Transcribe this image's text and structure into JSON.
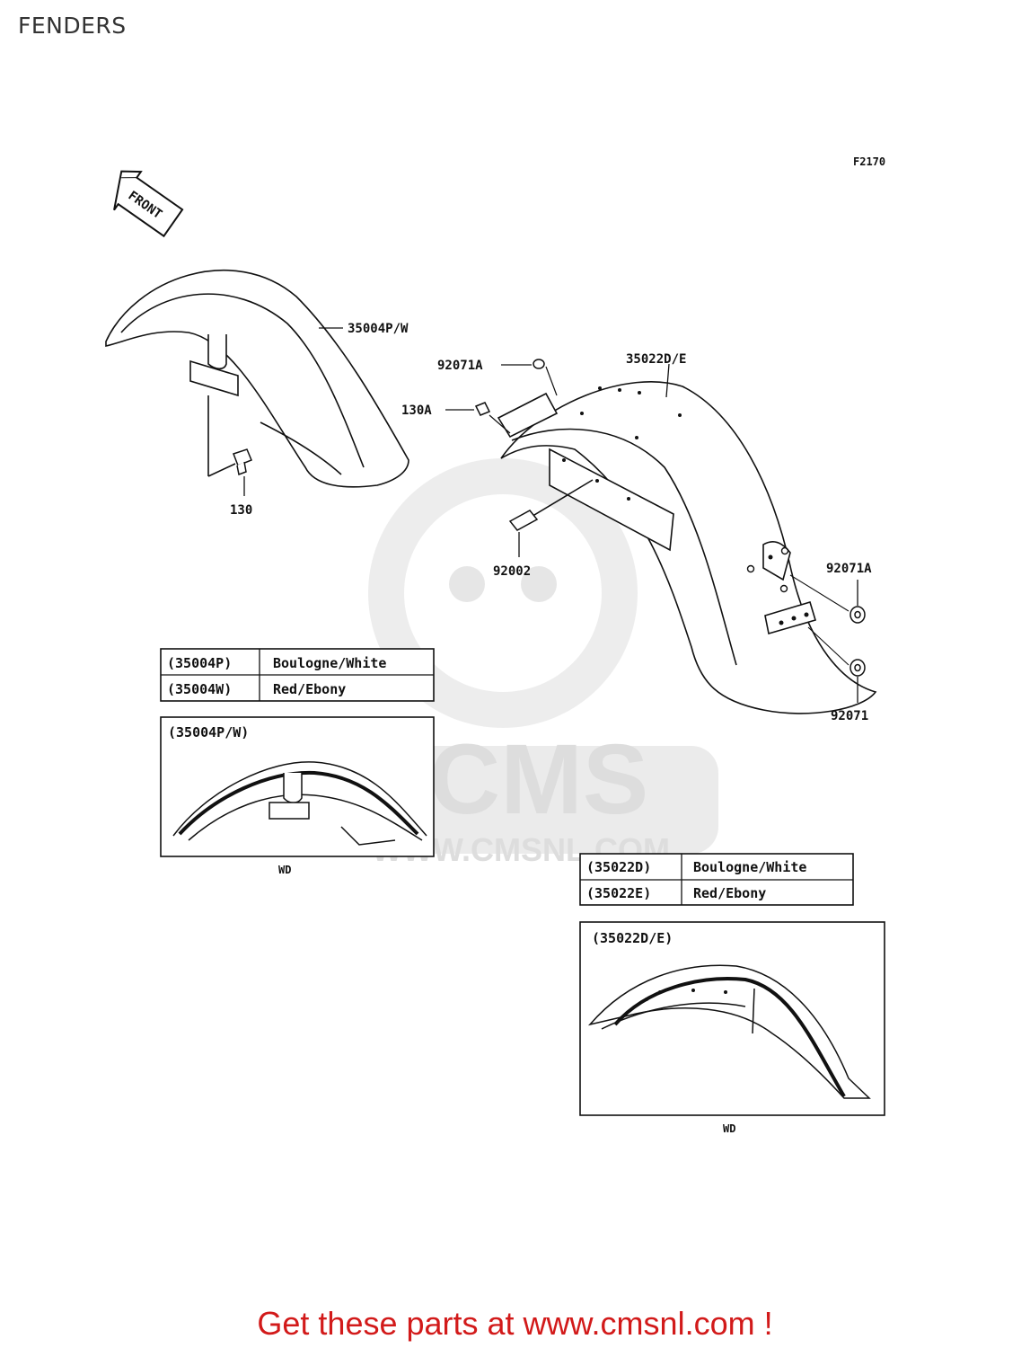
{
  "page": {
    "title": "FENDERS"
  },
  "diagram": {
    "code": "F2170",
    "front_arrow": "FRONT",
    "callouts": {
      "front_fender": "35004P/W",
      "front_bolt": "130",
      "rear_fender": "35022D/E",
      "upper_nut": "92071A",
      "upper_bolt": "130A",
      "rear_bolt": "92002",
      "side_nut": "92071A",
      "lower_nut": "92071"
    }
  },
  "front_colors": {
    "rows": [
      {
        "code": "(35004P)",
        "color": "Boulogne/White"
      },
      {
        "code": "(35004W)",
        "color": "Red/Ebony"
      }
    ]
  },
  "front_inset": {
    "title": "(35004P/W)",
    "caption": "WD"
  },
  "rear_colors": {
    "rows": [
      {
        "code": "(35022D)",
        "color": "Boulogne/White"
      },
      {
        "code": "(35022E)",
        "color": "Red/Ebony"
      }
    ]
  },
  "rear_inset": {
    "title": "(35022D/E)",
    "caption": "WD"
  },
  "watermark": {
    "brand": "CMS",
    "url": "WWW.CMSNL.COM"
  },
  "promo": {
    "text": "Get these parts at www.cmsnl.com !"
  }
}
